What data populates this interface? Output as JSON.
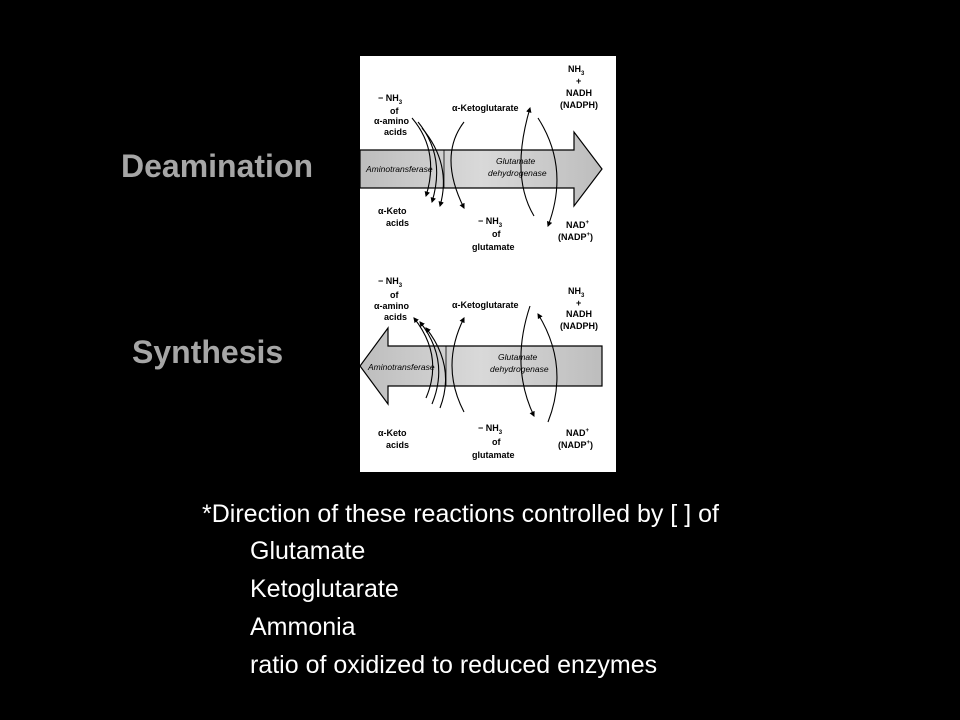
{
  "labels": {
    "deamination": "Deamination",
    "synthesis": "Synthesis"
  },
  "diagram": {
    "panels": [
      {
        "direction": "right",
        "minus_nh3_amino": [
          "− NH",
          "of",
          "α-amino",
          "acids"
        ],
        "alpha_ketoglutarate": "α-Ketoglutarate",
        "nh3_plus": [
          "NH",
          "+"
        ],
        "nadh": "NADH",
        "nadph": "(NADPH)",
        "enzyme1": "Aminotransferase",
        "enzyme2_line1": "Glutamate",
        "enzyme2_line2": "dehydrogenase",
        "alpha_keto": [
          "α-Keto",
          "acids"
        ],
        "minus_nh3_glutamate": [
          "− NH",
          "of",
          "glutamate"
        ],
        "nad": "NAD",
        "nadp": "(NADP",
        "nadp_close": ")",
        "sub3": "3",
        "sup_plus": "+"
      },
      {
        "direction": "left",
        "minus_nh3_amino": [
          "− NH",
          "of",
          "α-amino",
          "acids"
        ],
        "alpha_ketoglutarate": "α-Ketoglutarate",
        "nh3_plus": [
          "NH",
          "+"
        ],
        "nadh": "NADH",
        "nadph": "(NADPH)",
        "enzyme1": "Aminotransferase",
        "enzyme2_line1": "Glutamate",
        "enzyme2_line2": "dehydrogenase",
        "alpha_keto": [
          "α-Keto",
          "acids"
        ],
        "minus_nh3_glutamate": [
          "− NH",
          "of",
          "glutamate"
        ],
        "nad": "NAD",
        "nadp": "(NADP",
        "nadp_close": ")",
        "sub3": "3",
        "sup_plus": "+"
      }
    ]
  },
  "note": {
    "heading": "*Direction of these reactions controlled by [ ] of",
    "items": [
      "Glutamate",
      "Ketoglutarate",
      "Ammonia",
      "ratio of oxidized to reduced enzymes"
    ]
  }
}
